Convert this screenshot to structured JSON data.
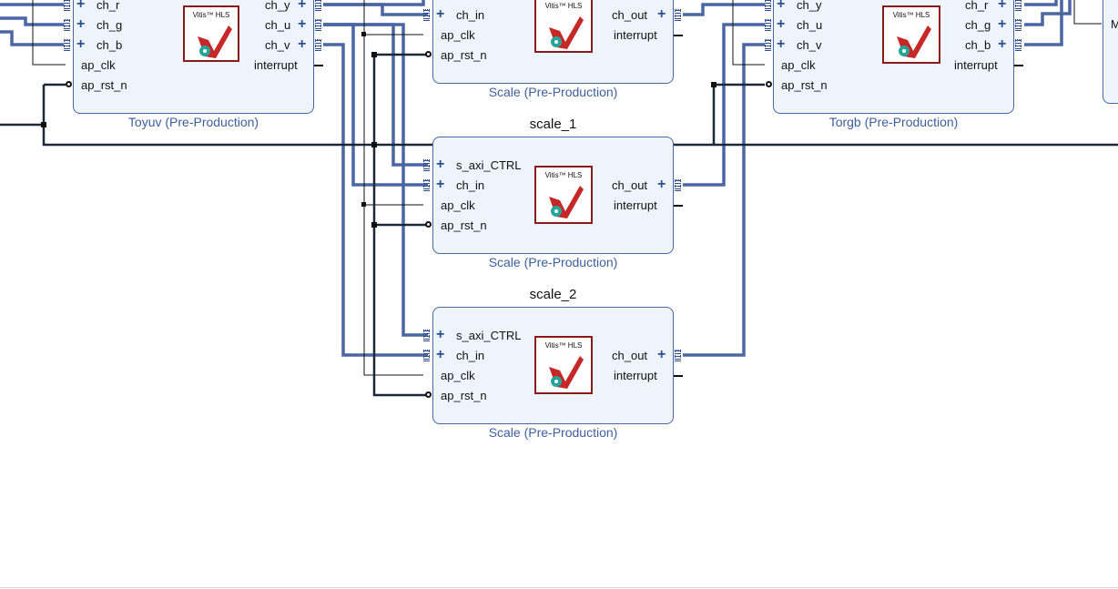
{
  "toyuv": {
    "inputs": [
      "ch_r",
      "ch_g",
      "ch_b",
      "ap_clk",
      "ap_rst_n"
    ],
    "outputs": [
      "ch_y",
      "ch_u",
      "ch_v",
      "interrupt"
    ],
    "subtitle": "Toyuv (Pre-Production)"
  },
  "scale_0": {
    "inputs": [
      "ch_in",
      "ap_clk",
      "ap_rst_n"
    ],
    "outputs": [
      "ch_out",
      "interrupt"
    ],
    "subtitle": "Scale (Pre-Production)"
  },
  "scale_1": {
    "title": "scale_1",
    "inputs": [
      "s_axi_CTRL",
      "ch_in",
      "ap_clk",
      "ap_rst_n"
    ],
    "outputs": [
      "ch_out",
      "interrupt"
    ],
    "subtitle": "Scale (Pre-Production)"
  },
  "scale_2": {
    "title": "scale_2",
    "inputs": [
      "s_axi_CTRL",
      "ch_in",
      "ap_clk",
      "ap_rst_n"
    ],
    "outputs": [
      "ch_out",
      "interrupt"
    ],
    "subtitle": "Scale (Pre-Production)"
  },
  "torgb": {
    "inputs": [
      "ch_y",
      "ch_u",
      "ch_v",
      "ap_clk",
      "ap_rst_n"
    ],
    "outputs": [
      "ch_r",
      "ch_g",
      "ch_b",
      "interrupt"
    ],
    "subtitle": "Torgb (Pre-Production)"
  },
  "logo_text": "Vitis™ HLS",
  "partial_label": "M",
  "colors": {
    "bus": "#4a67a3",
    "wire": "#111111",
    "block_fill": "#eef4fc",
    "logo_border": "#8b1a1a"
  }
}
